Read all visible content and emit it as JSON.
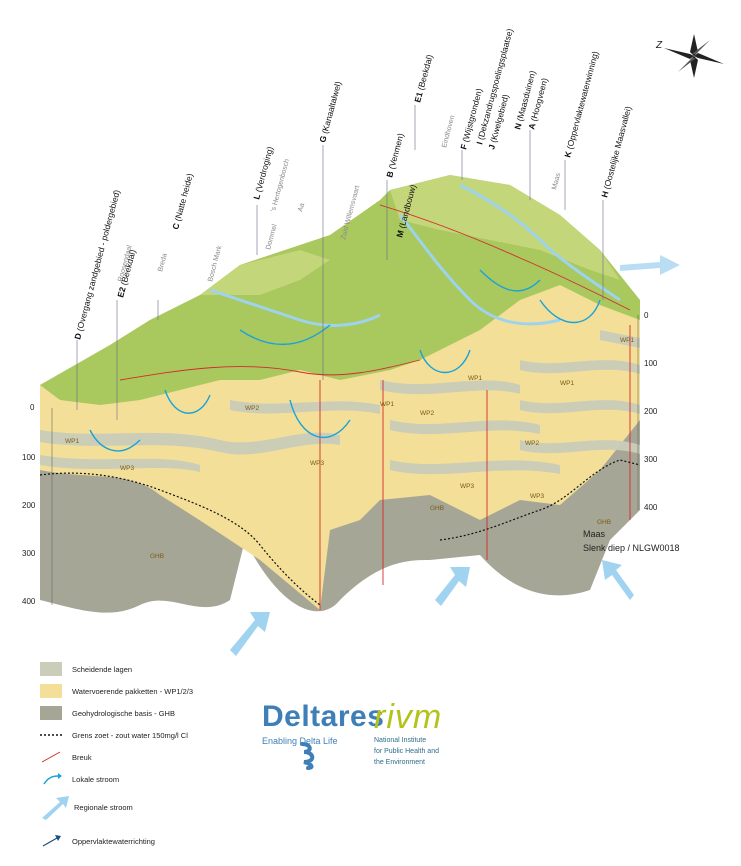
{
  "labels": {
    "D": {
      "letter": "D",
      "text": "(Overgang zandgebied - poldergebied)"
    },
    "E2": {
      "letter": "E2",
      "text": "(Beekdal)"
    },
    "C": {
      "letter": "C",
      "text": "(Natte heide)"
    },
    "L": {
      "letter": "L",
      "text": "(Verdroging)"
    },
    "G": {
      "letter": "G",
      "text": "(Kanaaltalwel)"
    },
    "B": {
      "letter": "B",
      "text": "(Venmen)"
    },
    "M": {
      "letter": "M",
      "text": "(Landbouw)"
    },
    "E1": {
      "letter": "E1",
      "text": "(Beekdal)"
    },
    "F": {
      "letter": "F",
      "text": "(Wijstgronden)"
    },
    "I": {
      "letter": "I",
      "text": "(Dekzandrugspoelingsplaatse)"
    },
    "J": {
      "letter": "J",
      "text": "(Kwelgebied)"
    },
    "N": {
      "letter": "N",
      "text": "(Maasduinen)"
    },
    "A": {
      "letter": "A",
      "text": "(Hoogveen)"
    },
    "K": {
      "letter": "K",
      "text": "(Oppervlaktewaterwinning)"
    },
    "H": {
      "letter": "H",
      "text": "(Oostelijke Maasvallei)"
    }
  },
  "places": [
    "Roosendaal",
    "Breda",
    "Bosch Mark",
    "'s Hertogenbosch",
    "Dommel",
    "Aa",
    "Zuid Willemsvaart",
    "Eindhoven",
    "Maas"
  ],
  "left_axis": [
    "0",
    "100",
    "200",
    "300",
    "400"
  ],
  "right_axis": [
    "0",
    "100",
    "200",
    "300",
    "400"
  ],
  "layer_labels": [
    "WP1",
    "WP2",
    "WP3",
    "GHB"
  ],
  "cross_section_caption": {
    "line1": "Maas",
    "line2": "Slenk diep / NLGW0018"
  },
  "legend": [
    {
      "label": "Scheidende lagen",
      "color": "#c9cdb9",
      "kind": "box"
    },
    {
      "label": "Watervoerende pakketten - WP1/2/3",
      "color": "#f3df98",
      "kind": "box"
    },
    {
      "label": "Geohydrologische basis - GHB",
      "color": "#a6a697",
      "kind": "box"
    },
    {
      "label": "Grens zoet - zout water 150mg/l Cl",
      "color": "#111111",
      "kind": "dotted"
    },
    {
      "label": "Breuk",
      "color": "#d42b2b",
      "kind": "line"
    },
    {
      "label": "Lokale stroom",
      "color": "#1aa3d9",
      "kind": "arrow"
    },
    {
      "label": "Regionale stroom",
      "color": "#9fd3ef",
      "kind": "bigarrow"
    },
    {
      "label": "Oppervlaktewaterrichting",
      "color": "#1d4f7d",
      "kind": "smallarrow"
    }
  ],
  "logos": {
    "deltares": {
      "name": "Deltares",
      "tagline": "Enabling Delta Life"
    },
    "rivm": {
      "name": "rivm",
      "sub1": "National Institute",
      "sub2": "for Public Health and",
      "sub3": "the Environment"
    }
  },
  "compass": {
    "letter": "Z"
  }
}
